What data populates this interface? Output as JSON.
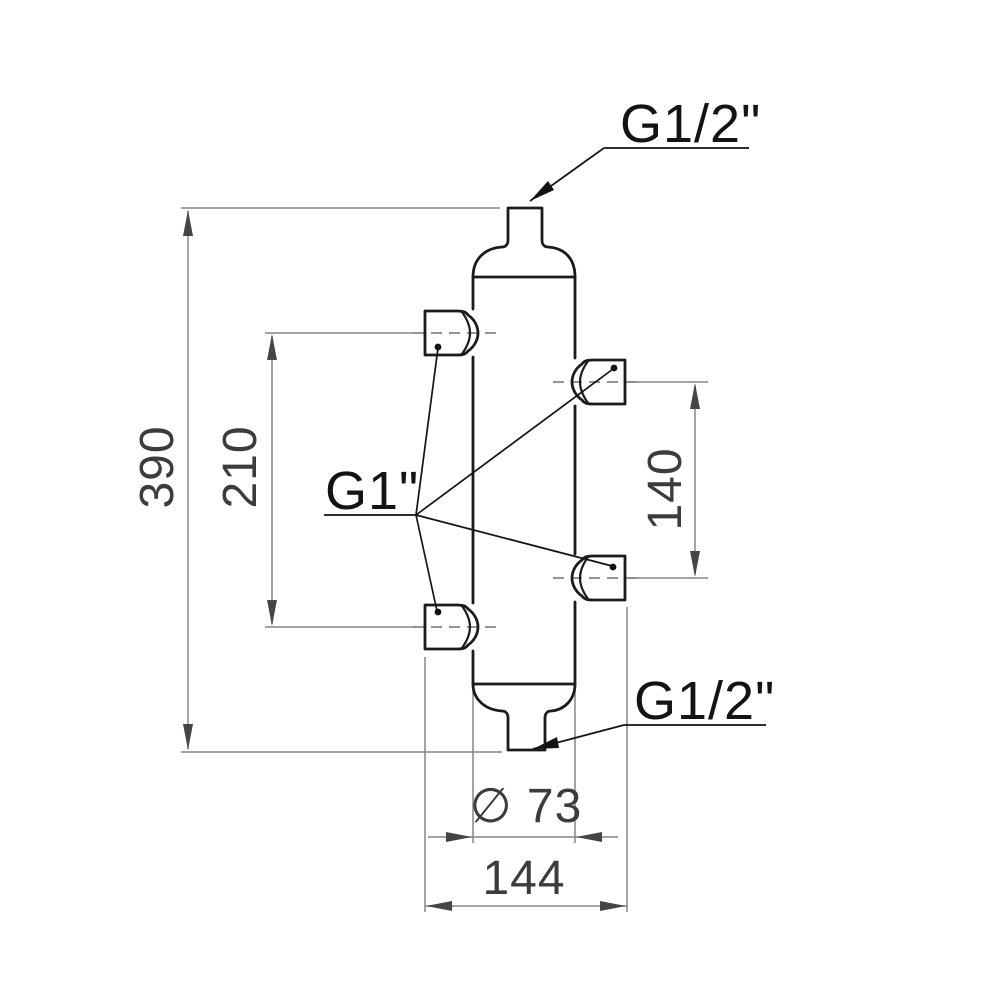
{
  "connections": {
    "top": "G1/2\"",
    "side": "G1\"",
    "bottom": "G1/2\""
  },
  "dimensions": {
    "overall_height": "390",
    "left_ports_spacing": "210",
    "right_ports_spacing": "140",
    "body_diameter": "∅ 73",
    "overall_width": "144"
  },
  "colors": {
    "background": "#ffffff",
    "part_outline": "#1b1b1b",
    "dimension_line": "#858585",
    "dimension_arrow": "#454545",
    "dimension_text": "#3b3c40",
    "label_text": "#131313"
  }
}
